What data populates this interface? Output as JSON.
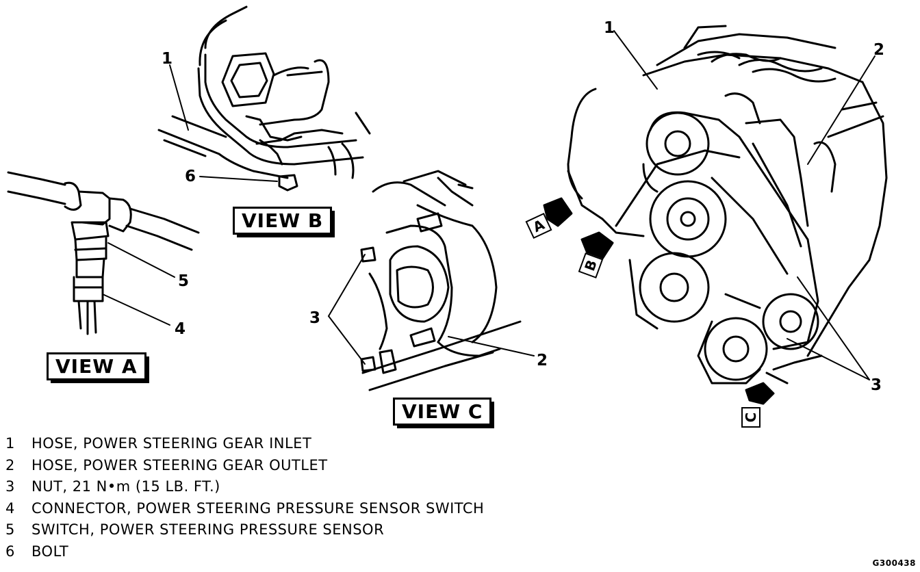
{
  "views": {
    "a": "VIEW A",
    "b": "VIEW B",
    "c": "VIEW C"
  },
  "callouts": {
    "b_1": "1",
    "b_6": "6",
    "a_5": "5",
    "a_4": "4",
    "c_3": "3",
    "c_2": "2",
    "m_1": "1",
    "m_2": "2",
    "m_3": "3"
  },
  "arrow_tags": {
    "a": "A",
    "b": "B",
    "c": "C"
  },
  "legend": [
    {
      "num": "1",
      "text": "HOSE, POWER STEERING GEAR INLET"
    },
    {
      "num": "2",
      "text": "HOSE, POWER STEERING GEAR OUTLET"
    },
    {
      "num": "3",
      "text": "NUT, 21 N•m (15 LB. FT.)"
    },
    {
      "num": "4",
      "text": "CONNECTOR, POWER STEERING PRESSURE SENSOR SWITCH"
    },
    {
      "num": "5",
      "text": "SWITCH, POWER STEERING PRESSURE SENSOR"
    },
    {
      "num": "6",
      "text": "BOLT"
    }
  ],
  "figure_code": "G300438"
}
